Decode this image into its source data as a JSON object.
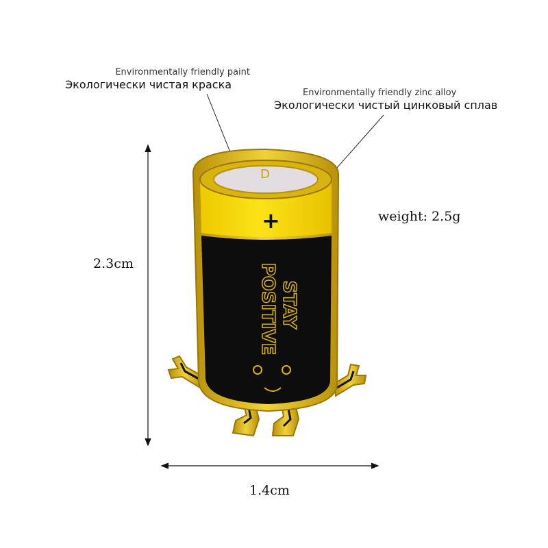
{
  "annotations": {
    "paint": {
      "en": "Environmentally friendly paint",
      "ru": "Экологически чистая краска"
    },
    "zinc": {
      "en": "Environmentally friendly zinc alloy",
      "ru": "Экологически чистый цинковый сплав"
    }
  },
  "dimensions": {
    "weight": "weight: 2.5g",
    "height": "2.3cm",
    "width": "1.4cm"
  },
  "pin": {
    "battery_top_label": "D",
    "plus_sign": "+",
    "slogan_line1": "STAY",
    "slogan_line2": "POSITIVE",
    "colors": {
      "gold": "#d9b20d",
      "yellow": "#f5d800",
      "black": "#0d0d0d",
      "cap": "#e2dde0"
    }
  }
}
